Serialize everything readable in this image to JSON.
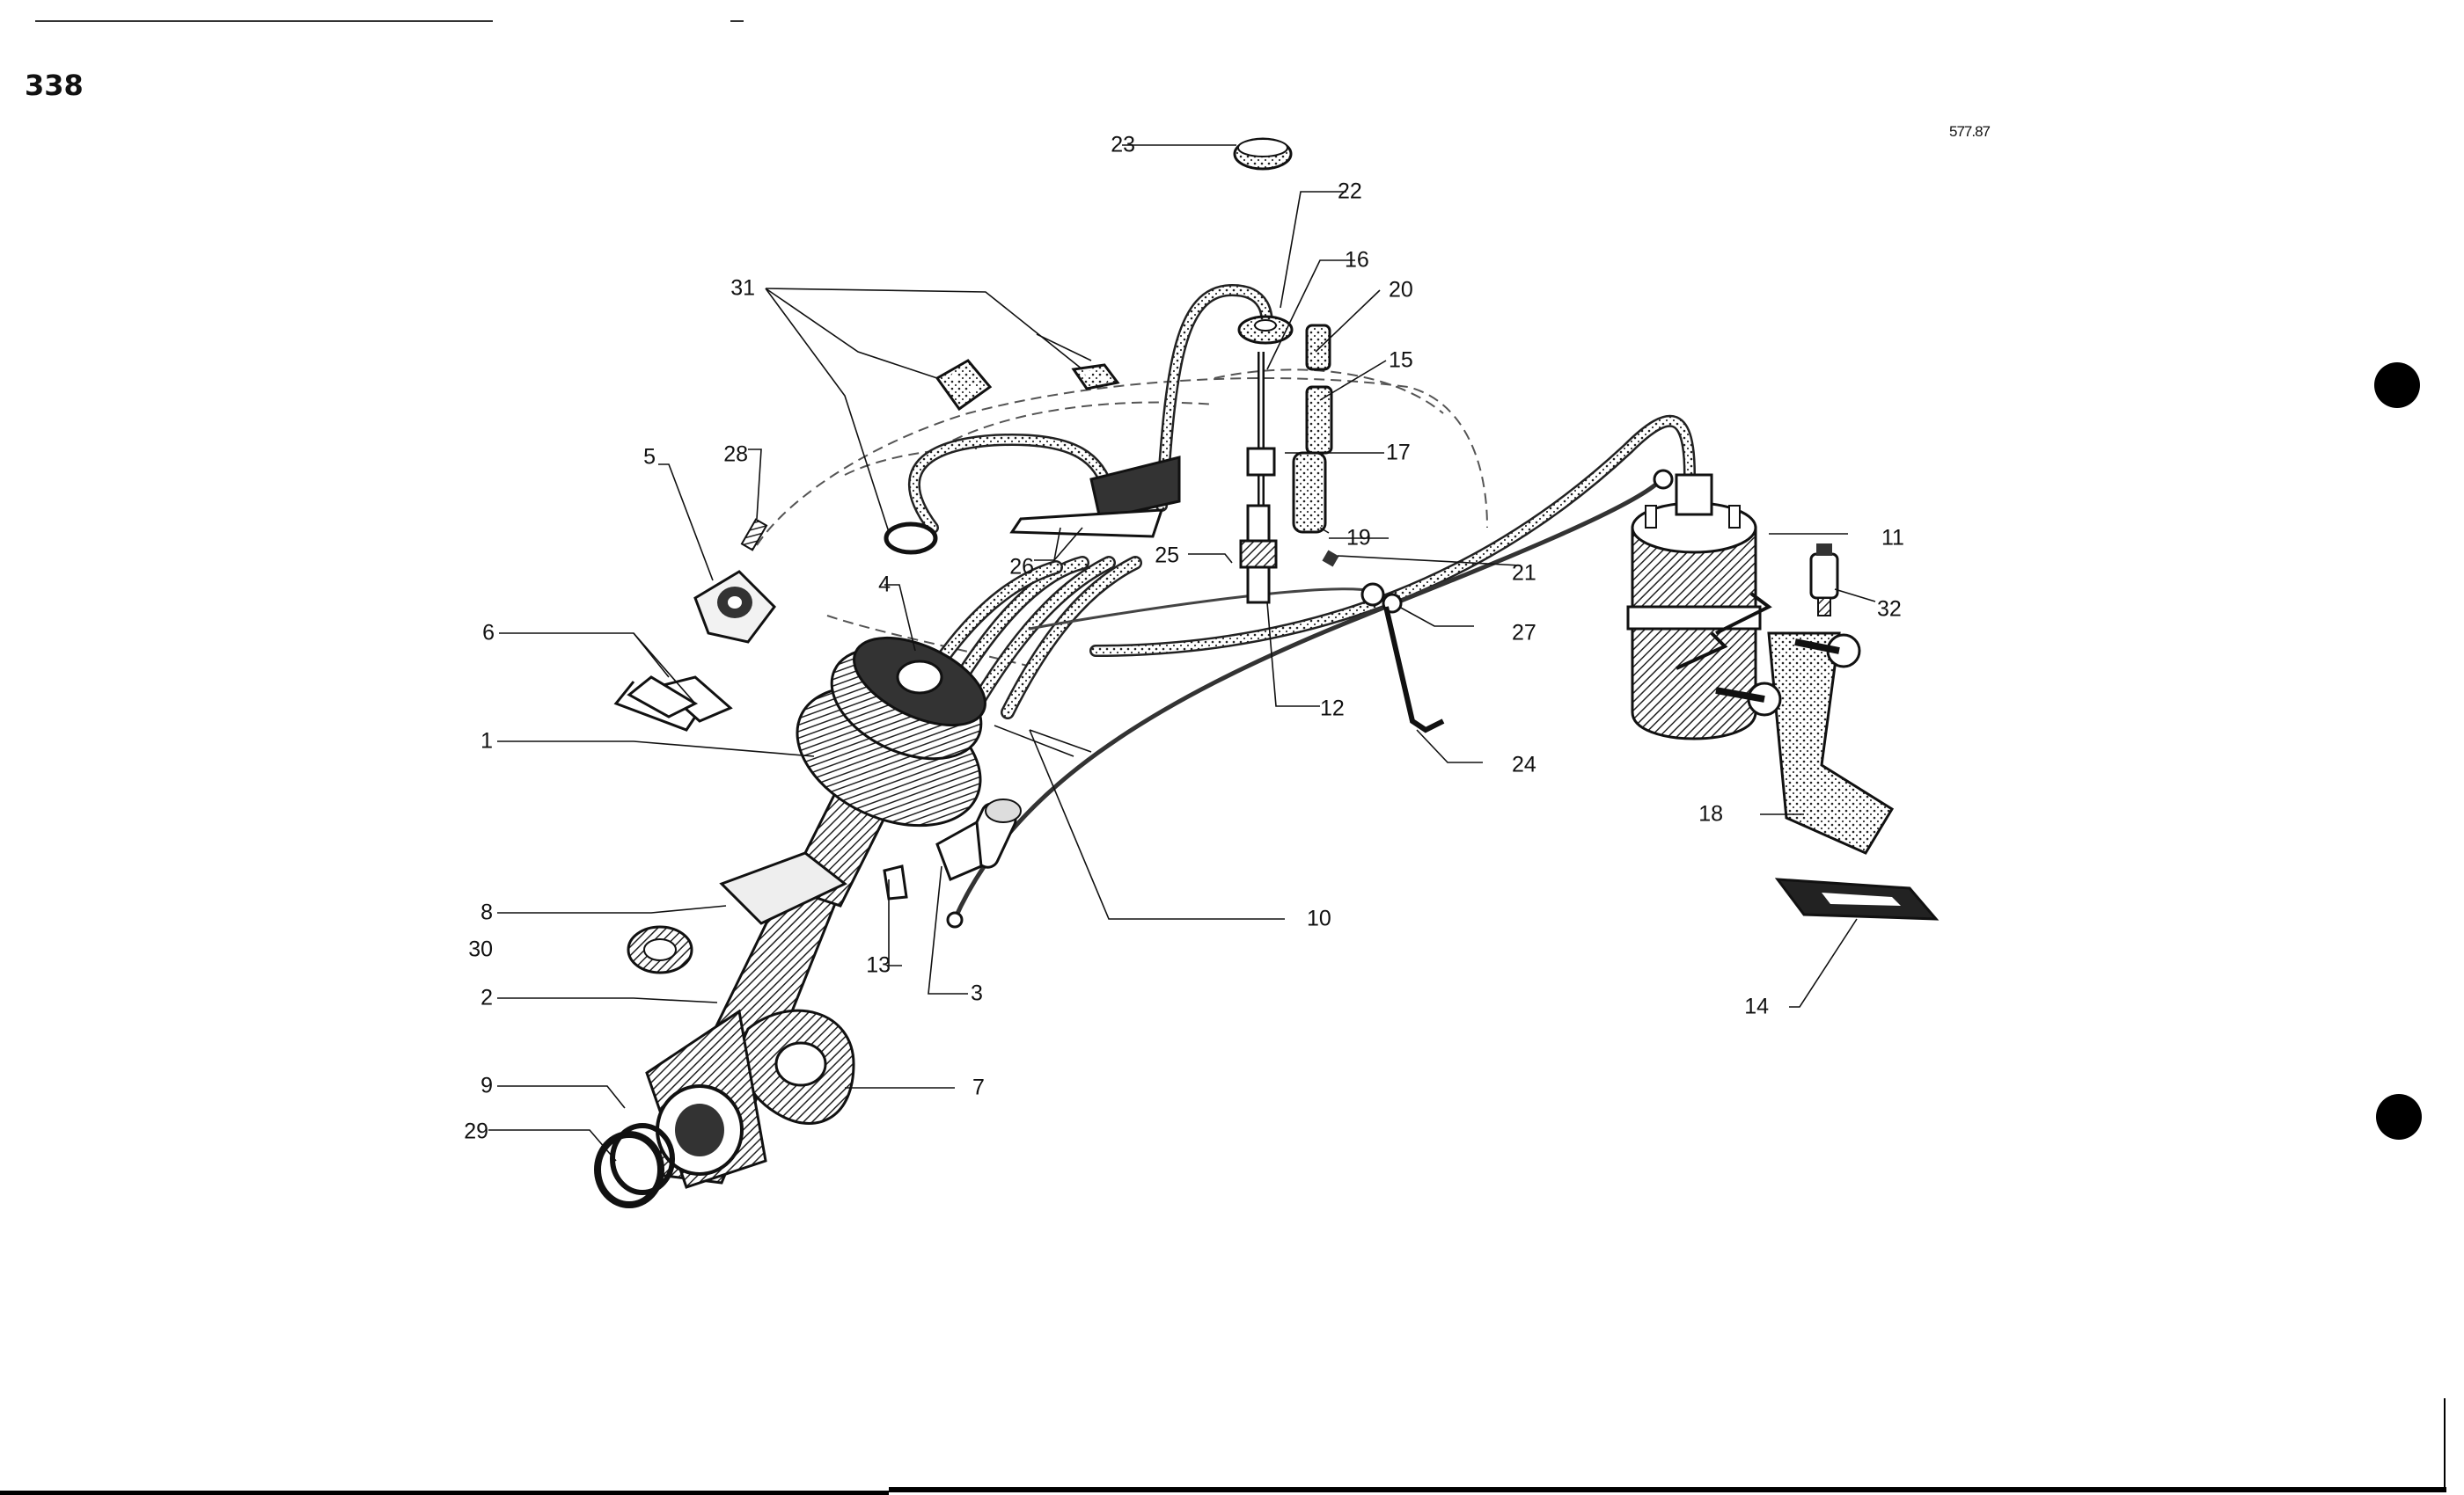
{
  "page_number": "338",
  "drawing_ref": "577.87",
  "callouts": [
    {
      "n": "1"
    },
    {
      "n": "2"
    },
    {
      "n": "3"
    },
    {
      "n": "4"
    },
    {
      "n": "5"
    },
    {
      "n": "6"
    },
    {
      "n": "7"
    },
    {
      "n": "8"
    },
    {
      "n": "9"
    },
    {
      "n": "10"
    },
    {
      "n": "11"
    },
    {
      "n": "12"
    },
    {
      "n": "13"
    },
    {
      "n": "14"
    },
    {
      "n": "15"
    },
    {
      "n": "16"
    },
    {
      "n": "17"
    },
    {
      "n": "18"
    },
    {
      "n": "19"
    },
    {
      "n": "20"
    },
    {
      "n": "21"
    },
    {
      "n": "22"
    },
    {
      "n": "23"
    },
    {
      "n": "24"
    },
    {
      "n": "25"
    },
    {
      "n": "26"
    },
    {
      "n": "27"
    },
    {
      "n": "28"
    },
    {
      "n": "29"
    },
    {
      "n": "30"
    },
    {
      "n": "31"
    },
    {
      "n": "32"
    }
  ]
}
